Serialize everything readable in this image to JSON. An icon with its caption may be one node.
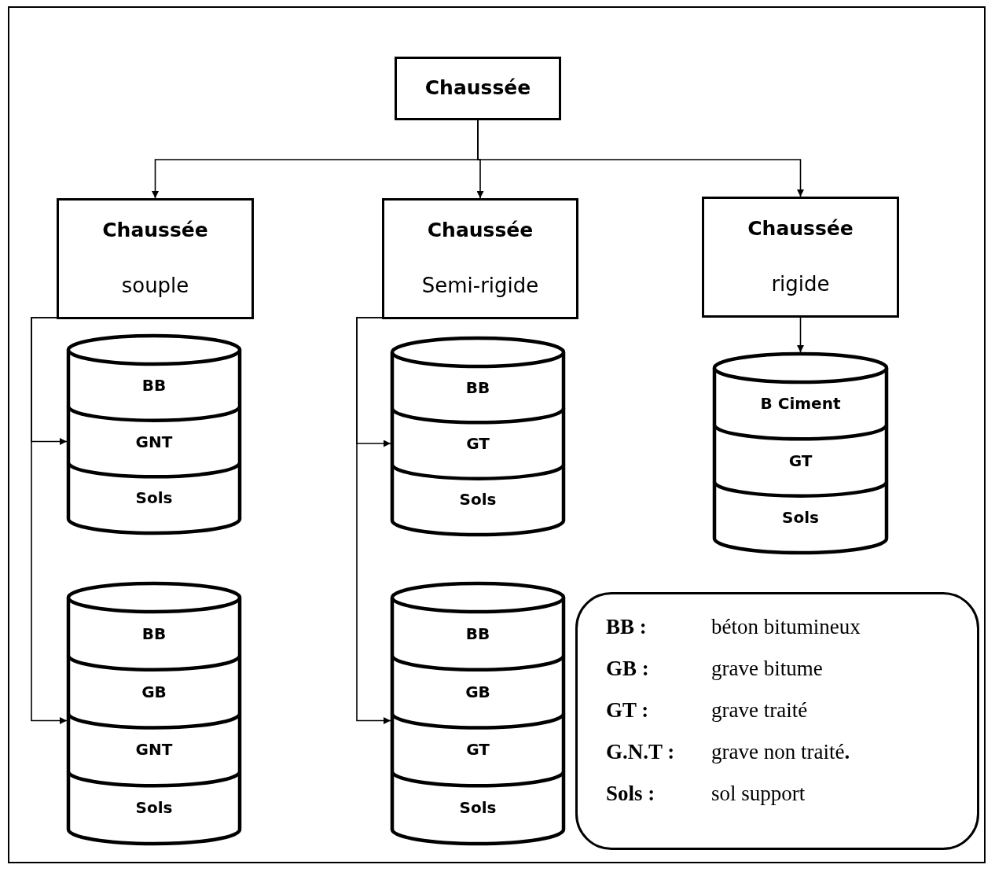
{
  "diagram": {
    "nodes": [
      {
        "text": [
          "Chaussée"
        ]
      },
      {
        "text": [
          "Chaussée",
          "souple"
        ]
      },
      {
        "text": [
          "Chaussée",
          "Semi-rigide"
        ]
      },
      {
        "text": [
          "Chaussée",
          "rigide"
        ]
      },
      {
        "text": [
          "BB",
          "GNT",
          "Sols"
        ]
      },
      {
        "text": [
          "BB",
          "GB",
          "GNT",
          "Sols"
        ]
      },
      {
        "text": [
          "BB",
          "GT",
          "Sols"
        ]
      },
      {
        "text": [
          "BB",
          "GB",
          "GT",
          "Sols"
        ]
      },
      {
        "text": [
          "B Ciment",
          "GT",
          "Sols"
        ]
      },
      {
        "text": [
          "BB :",
          "béton bitumineux",
          "GB :",
          "grave bitume",
          "GT :",
          "grave traité",
          "G.N.T :",
          "grave non traité**.**",
          "Sols :",
          "sol support"
        ]
      }
    ],
    "edges": [
      {
        "from": 0,
        "to": 1,
        "arrow": "to"
      },
      {
        "from": 0,
        "to": 2,
        "arrow": "to"
      },
      {
        "from": 0,
        "to": 3,
        "arrow": "to"
      },
      {
        "from": 1,
        "to": 4,
        "arrow": "to"
      },
      {
        "from": 1,
        "to": 5,
        "arrow": "to"
      },
      {
        "from": 2,
        "to": 6,
        "arrow": "to"
      },
      {
        "from": 2,
        "to": 7,
        "arrow": "to"
      },
      {
        "from": 3,
        "to": 8,
        "arrow": "to"
      }
    ]
  }
}
